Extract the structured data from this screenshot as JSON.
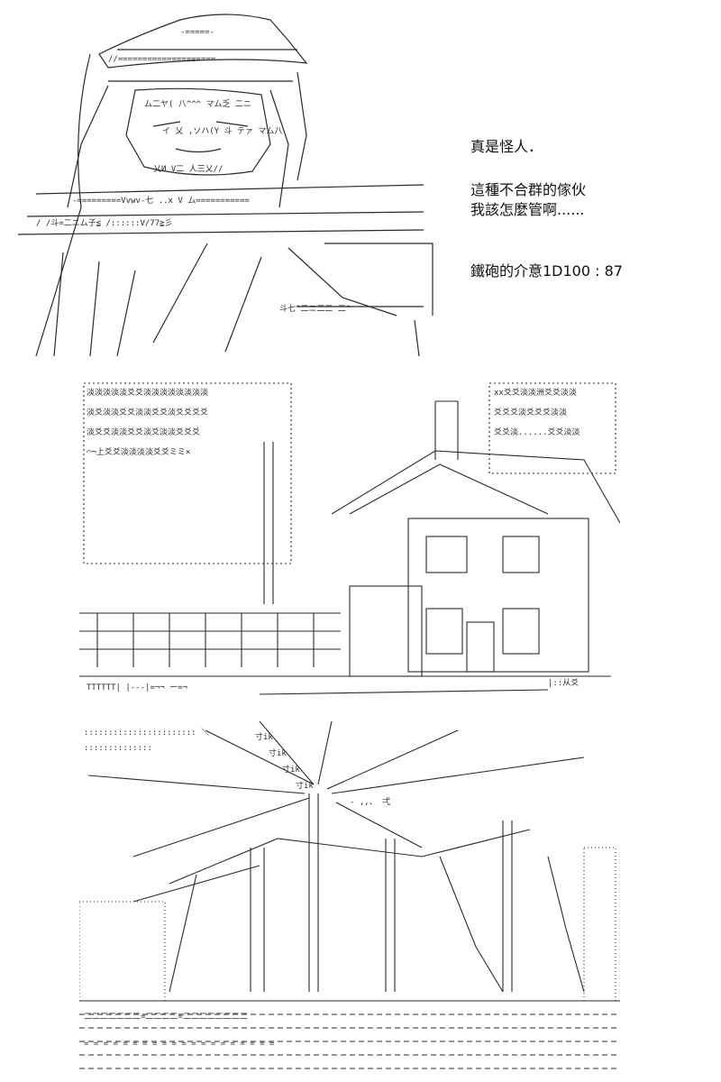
{
  "dialogue": {
    "line1": "真是怪人．",
    "line2": "這種不合群的傢伙",
    "line3": "我該怎麼管啊......",
    "roll": "鐵砲的介意1D100 : 87"
  },
  "art": {
    "ink_color": "#2a2a2a",
    "background": "#ffffff",
    "portrait_icon": "ascii-art-portrait-icon",
    "house_icon": "ascii-art-house-icon",
    "rays_icon": "ascii-art-sunrays-scene-icon"
  }
}
